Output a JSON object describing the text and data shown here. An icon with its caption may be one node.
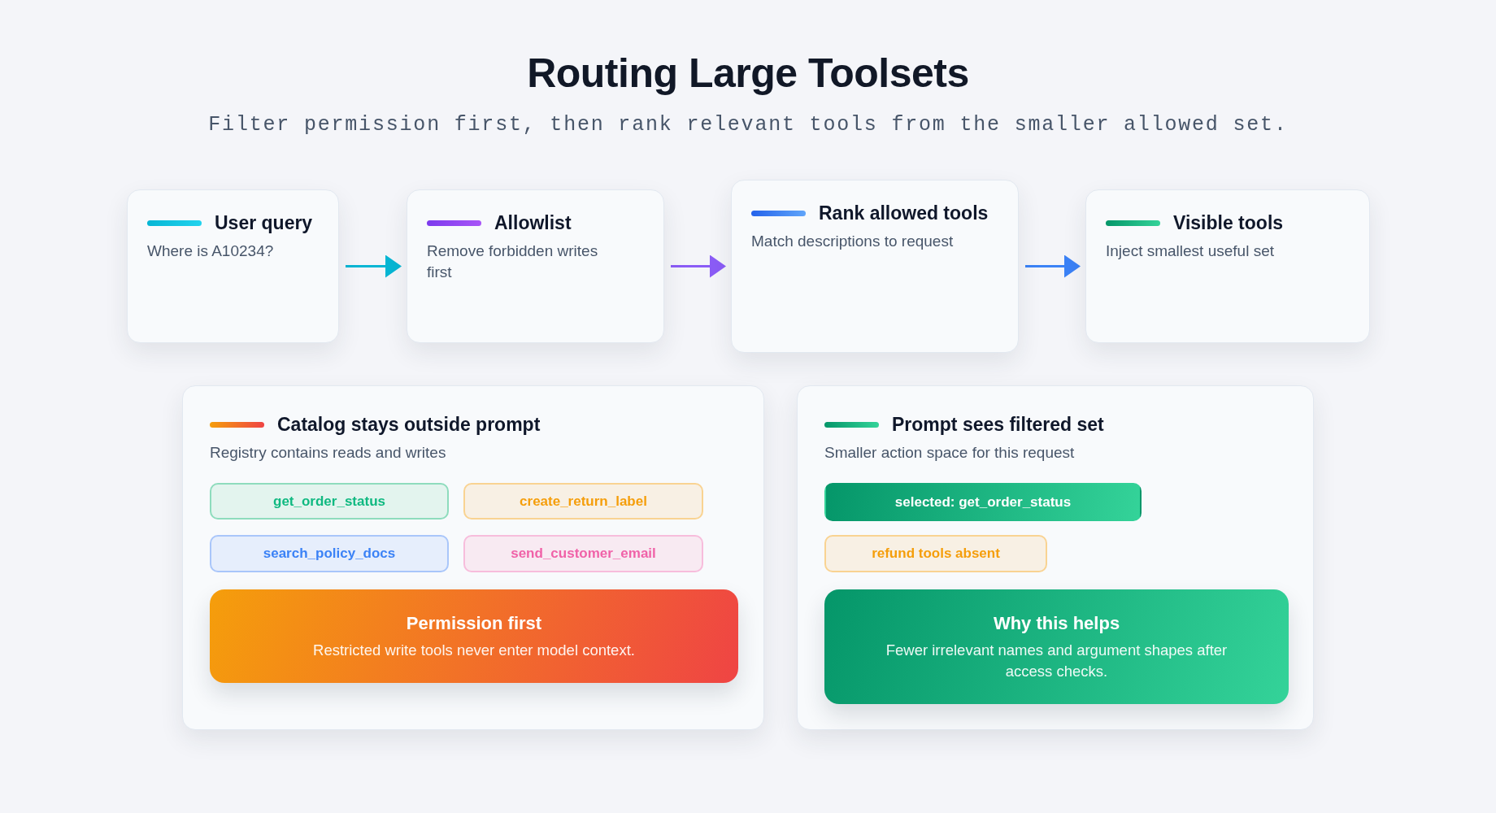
{
  "diagram": {
    "title": "Routing Large Toolsets",
    "nodes": [
      {
        "text": [
          "User query",
          "Where is A10234?"
        ]
      },
      {
        "text": [
          "Allowlist",
          "Remove forbidden writes first"
        ]
      },
      {
        "text": [
          "Rank allowed tools",
          "Match descriptions to request"
        ]
      },
      {
        "text": [
          "Visible tools",
          "Inject smallest useful set"
        ]
      },
      {
        "text": [
          "Catalog stays outside prompt",
          "Registry contains reads and writes"
        ]
      },
      {
        "text": [
          "get_order_status"
        ],
        "in": 4
      },
      {
        "text": [
          "create_return_label"
        ],
        "in": 4
      },
      {
        "text": [
          "search_policy_docs"
        ],
        "in": 4
      },
      {
        "text": [
          "send_customer_email"
        ],
        "in": 4
      },
      {
        "text": [
          "Permission first",
          "Restricted write tools never enter model context."
        ],
        "in": 4
      },
      {
        "text": [
          "Prompt sees filtered set",
          "Smaller action space for this request"
        ]
      },
      {
        "text": [
          "selected: get_order_status"
        ],
        "in": 10
      },
      {
        "text": [
          "refund tools absent"
        ],
        "in": 10
      },
      {
        "text": [
          "Why this helps",
          "Fewer irrelevant names and argument shapes after access checks."
        ],
        "in": 10
      }
    ],
    "edges": [
      {
        "from": 0,
        "to": 1,
        "arrow": "to",
        "color": "#06b6d4"
      },
      {
        "from": 1,
        "to": 2,
        "arrow": "to",
        "color": "#8b5cf6"
      },
      {
        "from": 2,
        "to": 3,
        "arrow": "to",
        "color": "#3b82f6"
      }
    ],
    "labels": [
      "Filter permission first, then rank relevant tools from the smaller allowed set."
    ]
  }
}
